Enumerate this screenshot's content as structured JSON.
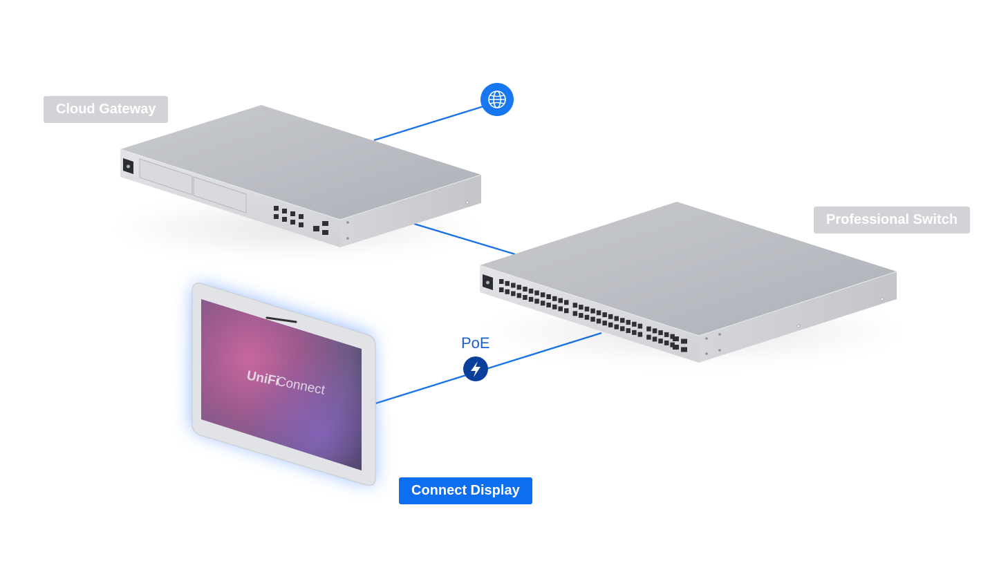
{
  "labels": {
    "gateway": "Cloud Gateway",
    "switch": "Professional Switch",
    "display": "Connect Display"
  },
  "poe_label": "PoE",
  "screen_brand": {
    "main": "UniFi",
    "sub": "Connect"
  },
  "icons": {
    "internet": "globe-icon",
    "power": "lightning-bolt-icon"
  },
  "colors": {
    "link_line": "#1a73e8",
    "globe_badge": "#1677f0",
    "poe_badge": "#0a3f9c",
    "label_gray": "#d2d3d6",
    "label_blue": "#0d6ef0",
    "device_body": "#c4c6cb",
    "display_glow": "#6fa8ff"
  }
}
